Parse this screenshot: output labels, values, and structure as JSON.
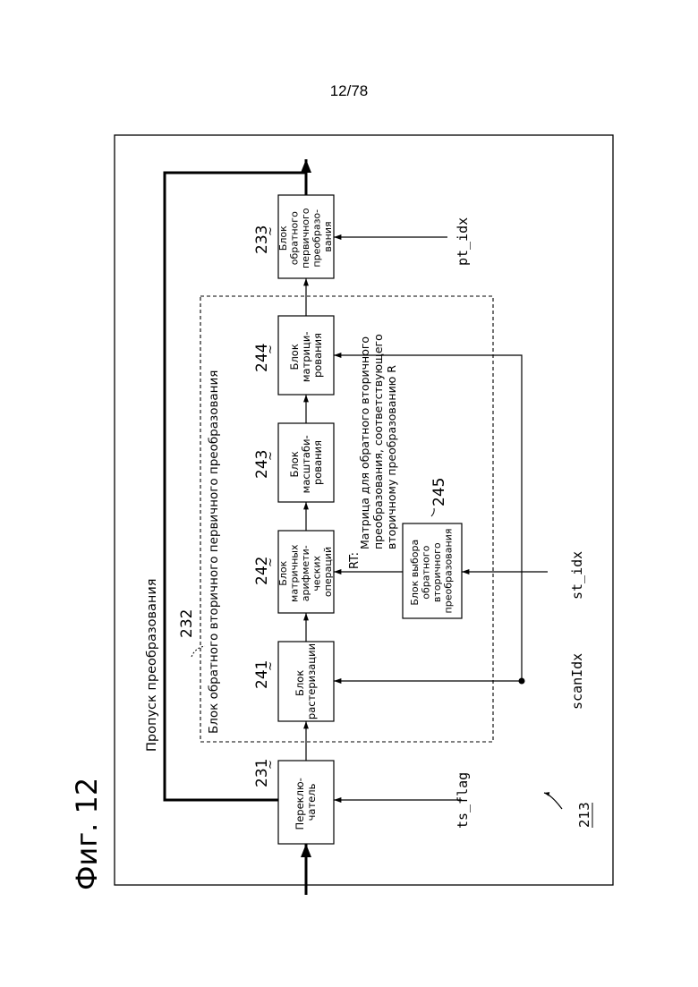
{
  "page_number": "12/78",
  "figure_title": "Фиг. 12",
  "figure_ref": "213",
  "bypass_label": "Пропуск преобразования",
  "inverse_secondary": {
    "ref": "232",
    "label": "Блок обратного вторичного первичного преобразования"
  },
  "blocks": {
    "switch": {
      "ref": "231",
      "lines": [
        "Переклю-",
        "чатель"
      ]
    },
    "raster": {
      "ref": "241",
      "lines": [
        "Блок",
        "растеризации"
      ]
    },
    "matmul": {
      "ref": "242",
      "lines": [
        "Блок",
        "матричных",
        "арифмети-",
        "ческих",
        "операций"
      ]
    },
    "scale": {
      "ref": "243",
      "lines": [
        "Блок",
        "масштаби-",
        "рования"
      ]
    },
    "matrix": {
      "ref": "244",
      "lines": [
        "Блок",
        "матрици-",
        "рования"
      ]
    },
    "primary": {
      "ref": "233",
      "lines": [
        "Блок",
        "обратного",
        "первичного",
        "преобразо-",
        "вания"
      ]
    },
    "selector": {
      "ref": "245",
      "lines": [
        "Блок выбора",
        "обратного",
        "вторичного",
        "преобразования"
      ]
    }
  },
  "rt_note": {
    "symbol": "RT:",
    "lines": [
      "Матрица для обратного вторичного",
      "преобразования, соответствующего",
      "вторичному преобразованию R"
    ]
  },
  "signals": {
    "ts_flag": "ts_flag",
    "scanIdx": "scanIdx",
    "st_idx": "st_idx",
    "pt_idx": "pt_idx"
  }
}
